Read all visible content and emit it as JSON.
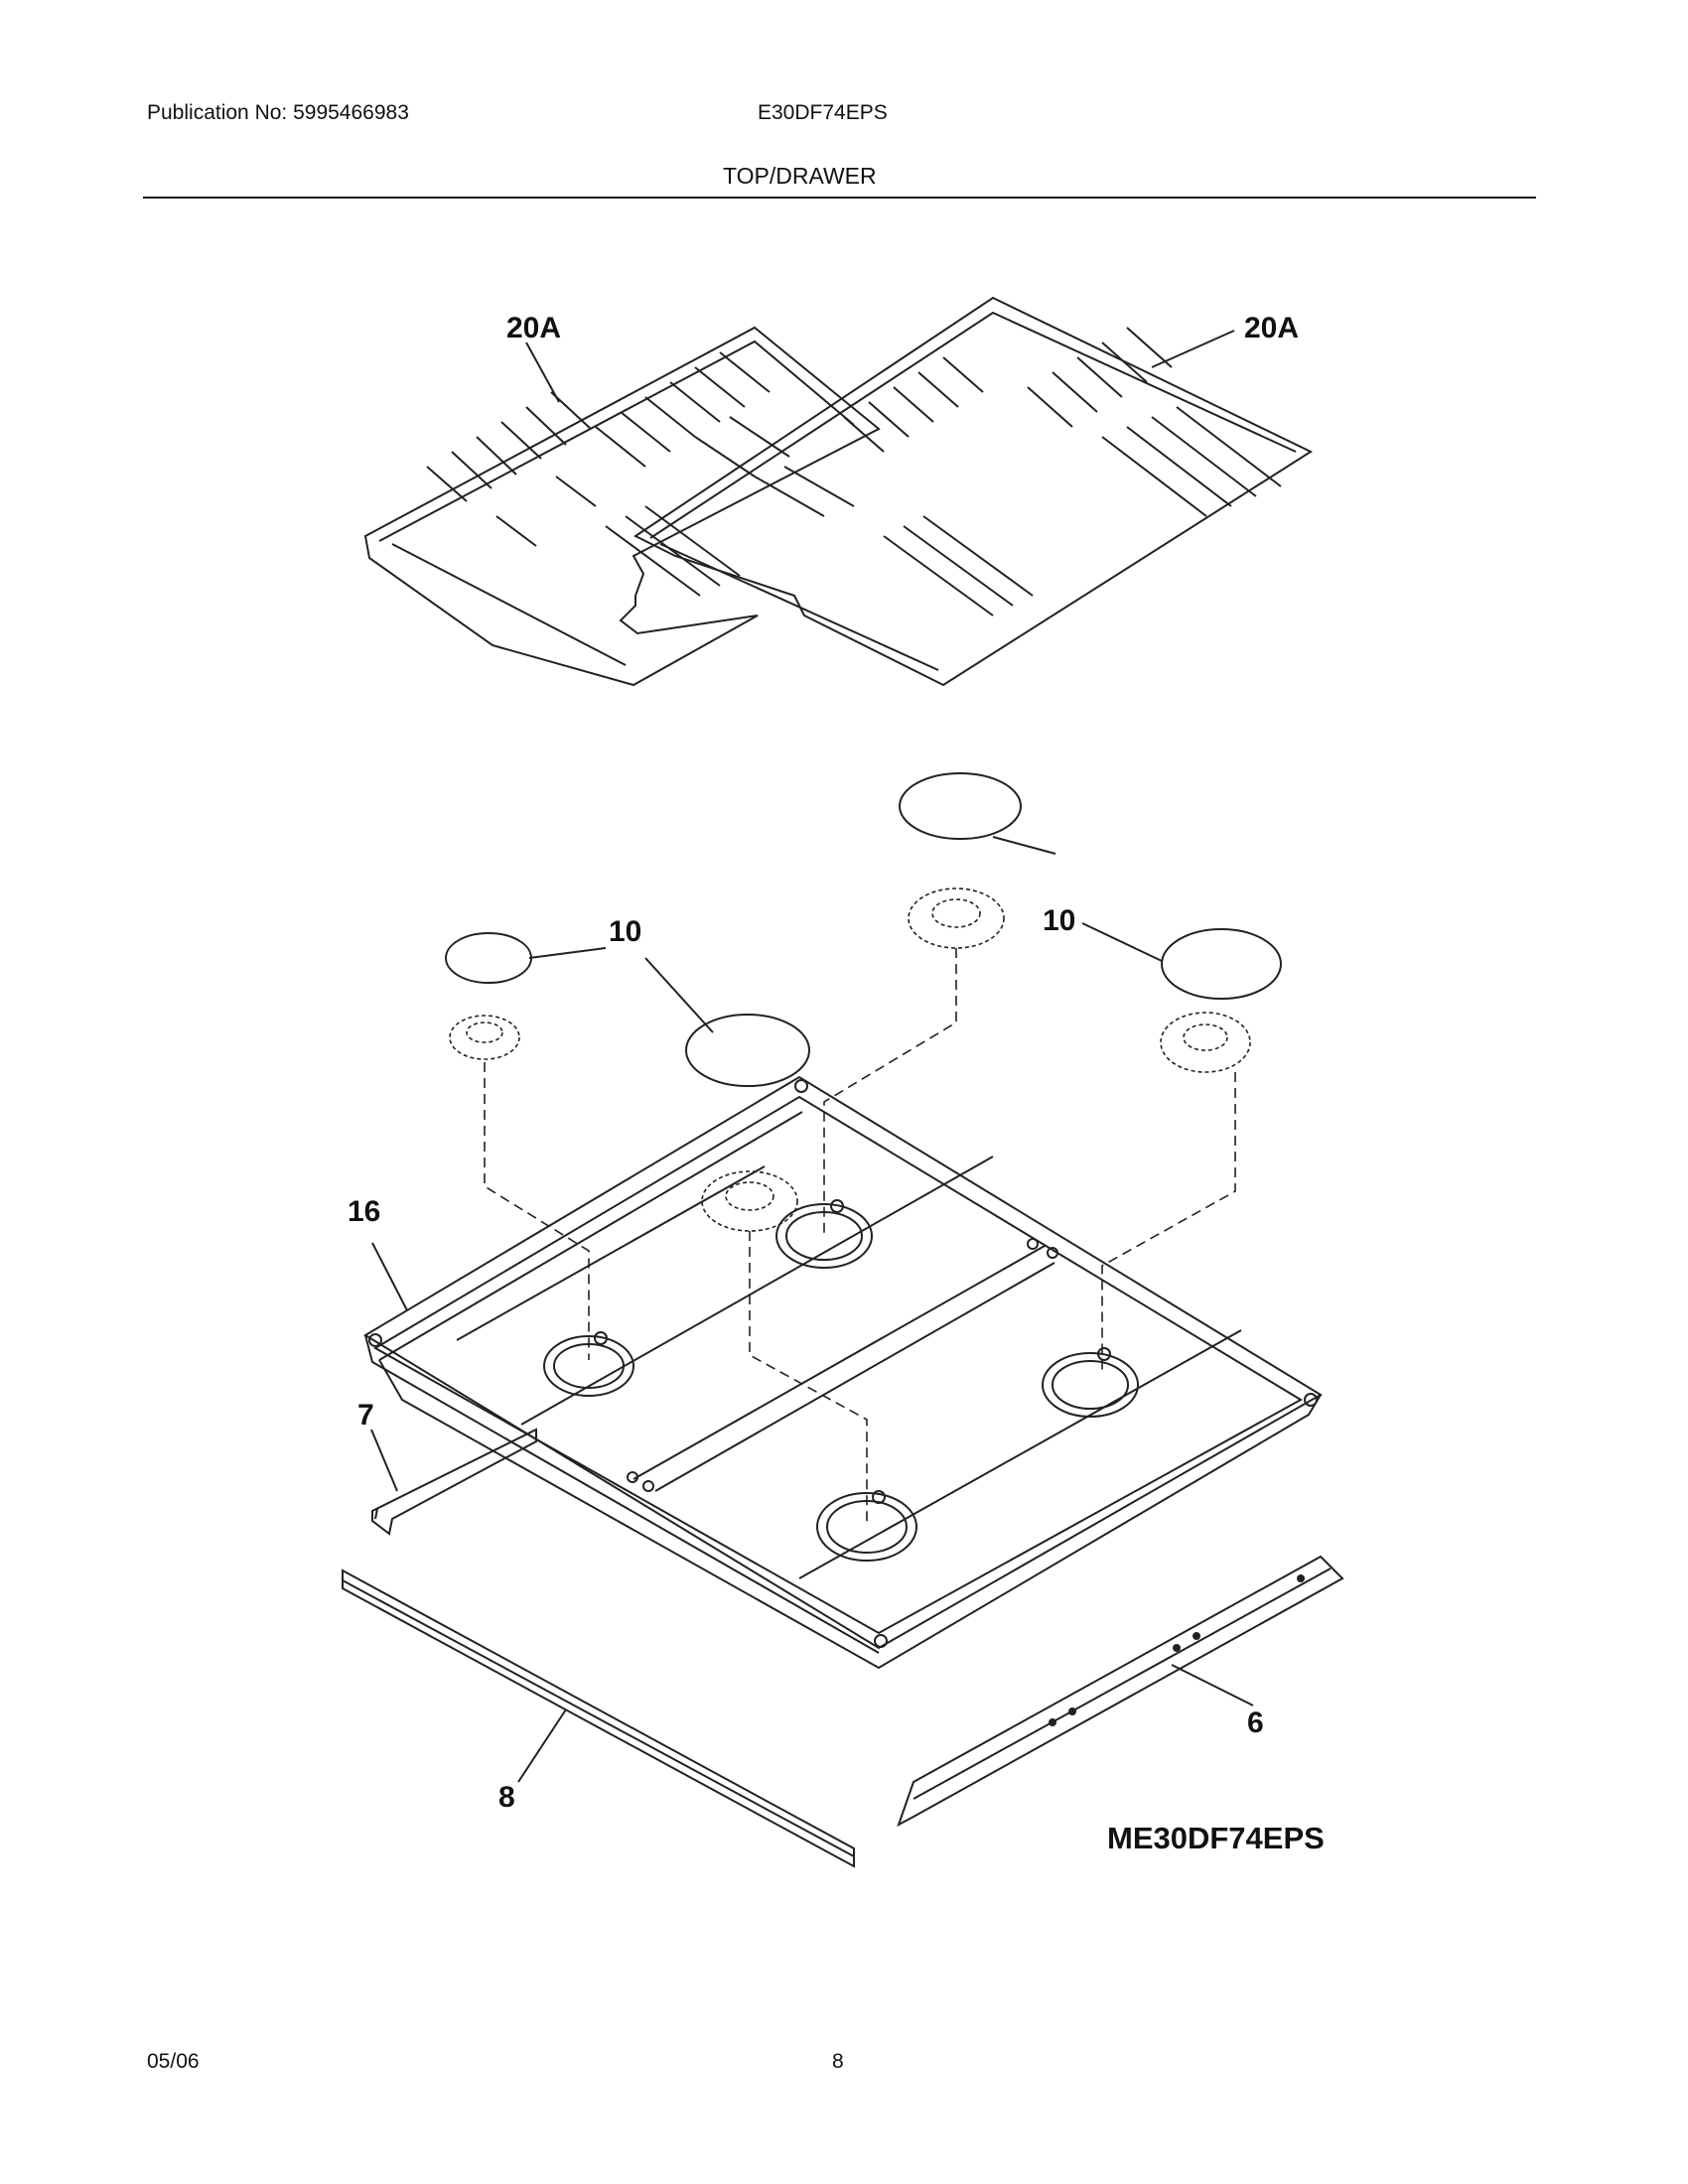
{
  "header": {
    "publication": "Publication No: 5995466983",
    "model": "E30DF74EPS",
    "section": "TOP/DRAWER"
  },
  "callouts": {
    "grate_left": "20A",
    "grate_right": "20A",
    "cap_left": "10",
    "cap_right": "10",
    "cooktop": "16",
    "part_7": "7",
    "part_8": "8",
    "part_6": "6"
  },
  "diagram_model": "ME30DF74EPS",
  "footer": {
    "date": "05/06",
    "page": "8"
  }
}
